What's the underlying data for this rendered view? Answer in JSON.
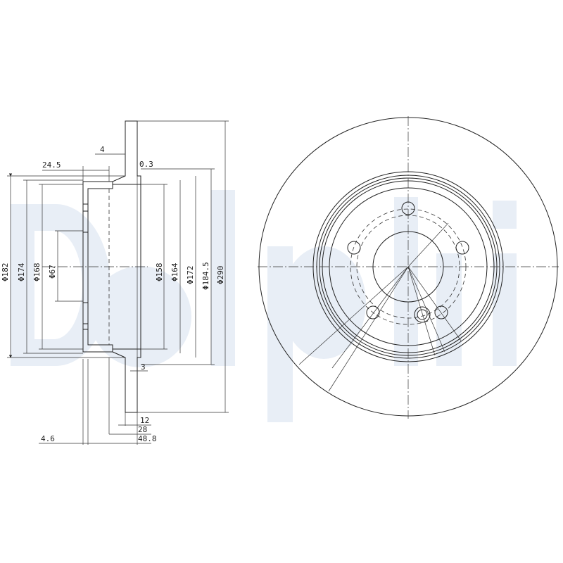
{
  "watermark": {
    "text": "Delphi",
    "color": "#e8eef6"
  },
  "side_view": {
    "top_dims": [
      {
        "id": "hub_offset",
        "label": "24.5"
      },
      {
        "id": "flange_thk",
        "label": "4"
      },
      {
        "id": "gap",
        "label": "0.3"
      }
    ],
    "left_diameters": [
      {
        "id": "d182",
        "label": "Φ182"
      },
      {
        "id": "d174",
        "label": "Φ174"
      },
      {
        "id": "d168",
        "label": "Φ168"
      },
      {
        "id": "d67",
        "label": "Φ67"
      }
    ],
    "right_diameters": [
      {
        "id": "d158",
        "label": "Φ158"
      },
      {
        "id": "d164",
        "label": "Φ164"
      },
      {
        "id": "d172",
        "label": "Φ172"
      },
      {
        "id": "d1845",
        "label": "Φ184.5"
      },
      {
        "id": "d290",
        "label": "Φ290"
      }
    ],
    "bottom_dims": [
      {
        "id": "step",
        "label": "3"
      },
      {
        "id": "disc_thk",
        "label": "12"
      },
      {
        "id": "hat_depth",
        "label": "28"
      },
      {
        "id": "total_height",
        "label": "48.8"
      },
      {
        "id": "hub_thk",
        "label": "4.6"
      }
    ]
  },
  "front_view": {
    "bolt_holes": 5,
    "outer_diameter_label": "Φ290"
  },
  "colors": {
    "line": "#222222",
    "watermark": "#e8eef6",
    "background": "#ffffff"
  }
}
